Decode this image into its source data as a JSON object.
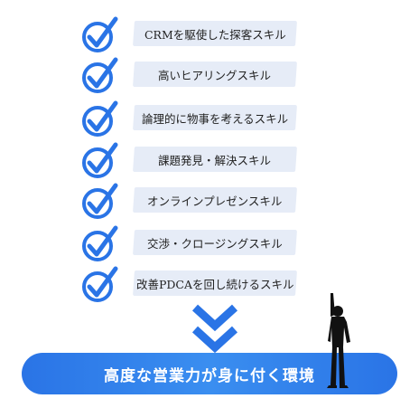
{
  "skills": [
    {
      "label": "CRMを駆使した探客スキル",
      "icon": "check-circle-icon"
    },
    {
      "label": "高いヒアリングスキル",
      "icon": "check-circle-icon"
    },
    {
      "label": "論理的に物事を考えるスキル",
      "icon": "check-circle-icon"
    },
    {
      "label": "課題発見・解決スキル",
      "icon": "check-circle-icon"
    },
    {
      "label": "オンラインプレゼンスキル",
      "icon": "check-circle-icon"
    },
    {
      "label": "交渉・クロージングスキル",
      "icon": "check-circle-icon"
    },
    {
      "label": "改善PDCAを回し続けるスキル",
      "icon": "check-circle-icon"
    }
  ],
  "banner": {
    "text": "高度な営業力が身に付く環境"
  },
  "colors": {
    "accent": "#2a74e6",
    "label_bg": "#e6ecf7"
  },
  "icons": {
    "arrows": "double-chevron-down-icon",
    "figure": "person-silhouette-icon"
  }
}
